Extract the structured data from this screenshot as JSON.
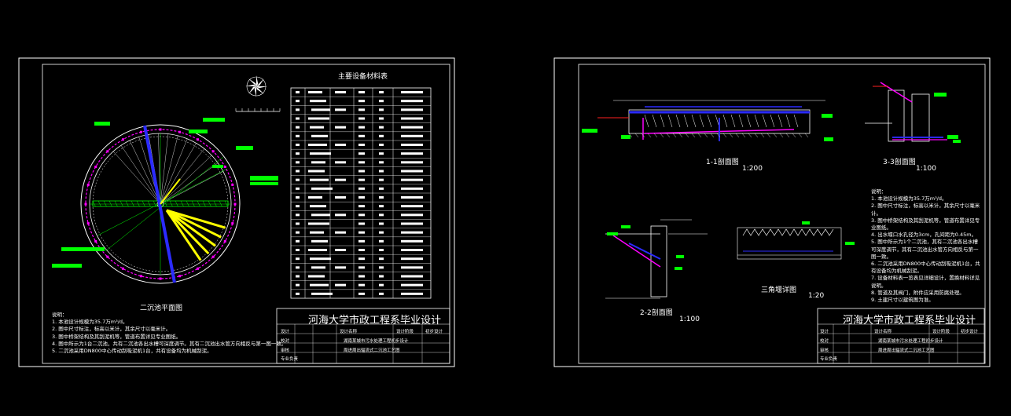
{
  "sheets": [
    {
      "id": "sheet-1",
      "table_title": "主要设备材料表",
      "plan_title": "二沉池平面图",
      "notes_heading": "说明：",
      "notes": [
        "1. 本池设计规模为35.7万m³/d。",
        "2. 图中尺寸标注，标高以米计，其余尺寸以毫米计。",
        "3. 图中桥架结构及其刮泥机等，管道布置详见专业图纸。",
        "4. 图中所示为1台二沉池，共有二沉池各出水槽可深度调节。其有二沉池出水管方向相反与第一图一致。",
        "5. 二沉池采用DN800中心传动刮吸泥机1台，共有设备均为机械刮泥。"
      ],
      "title_block": {
        "school": "河海大学市政工程系毕业设计",
        "cells": [
          "设计名称",
          "设计阶段",
          "初步设计"
        ],
        "project": "湖南某城市污水处理工程初步设计",
        "drawing": "周进周出辐流式二沉池工艺图",
        "rows": [
          "设计",
          "校对",
          "审核",
          "专业负责"
        ]
      }
    },
    {
      "id": "sheet-2",
      "section_11": "1-1剖面图",
      "scale_11": "1:200",
      "section_33": "3-3剖面图",
      "scale_33": "1:100",
      "section_22": "2-2剖面图",
      "scale_22": "1:100",
      "weir_title": "三角堰详图",
      "scale_weir": "1:20",
      "notes_heading": "说明：",
      "notes": [
        "1. 本池设计规模为35.7万m³/d。",
        "2. 图中尺寸标注，标高以米计，其余尺寸以毫米计。",
        "3. 图中桥架结构及其刮泥机等，管道布置详见专业图纸。",
        "4. 出水堰口水孔径为3cm，孔间距为0.45m。",
        "5. 图中所示为1个二沉池，其有二沉池各出水槽可深度调节，其有二沉池出水管方向相反与第一图一致。",
        "6. 二沉池采用DN800中心传动刮吸泥机1台，共有设备均为机械刮泥。",
        "7. 设备材料表一览表见详细设计，置换材料详见说明。",
        "8. 管道及其阀门，附件应采用防腐处理。",
        "9. 土建尺寸以建筑图为准。"
      ],
      "title_block": {
        "school": "河海大学市政工程系毕业设计",
        "cells": [
          "设计名称",
          "设计阶段",
          "初步设计"
        ],
        "project": "湖南某城市污水处理工程初步设计",
        "drawing": "周进周出辐流式二沉池工艺图",
        "rows": [
          "设计",
          "校对",
          "审核",
          "专业负责"
        ]
      }
    }
  ],
  "colors": {
    "background": "#000000",
    "frame": "#ffffff",
    "structure": "#ffffff",
    "pipe_blue": "#2b2bff",
    "sludge_magenta": "#ff00ff",
    "dimension_green": "#00ff00",
    "highlight_yellow": "#ffff00",
    "leader_red": "#ff2020"
  }
}
